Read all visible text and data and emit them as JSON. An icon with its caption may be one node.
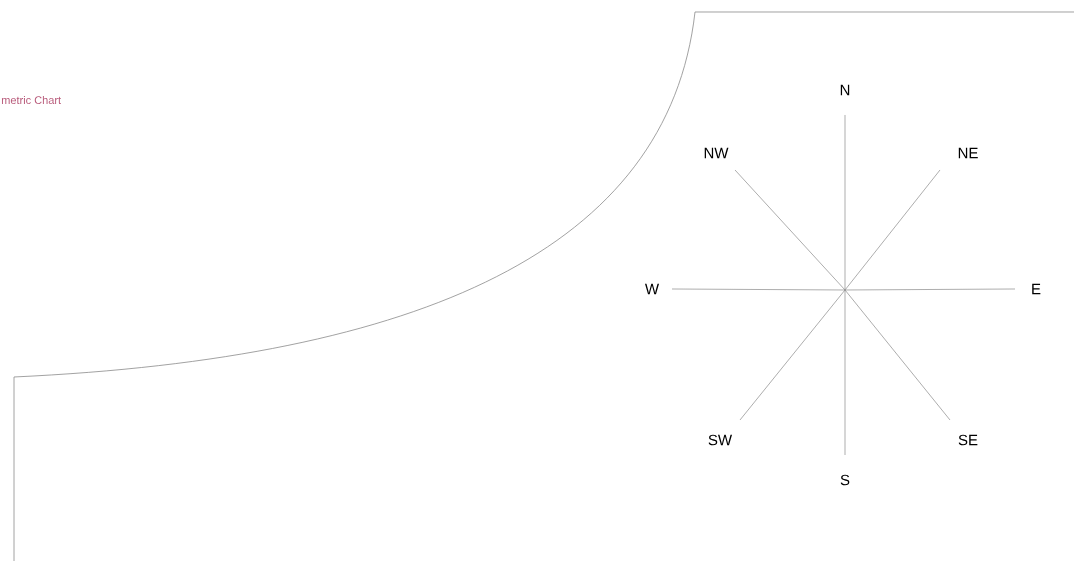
{
  "diagram": {
    "labels": [
      "N",
      "metric Chart",
      "NW",
      "NE",
      "W",
      "E",
      "SW",
      "SE",
      "S"
    ]
  }
}
